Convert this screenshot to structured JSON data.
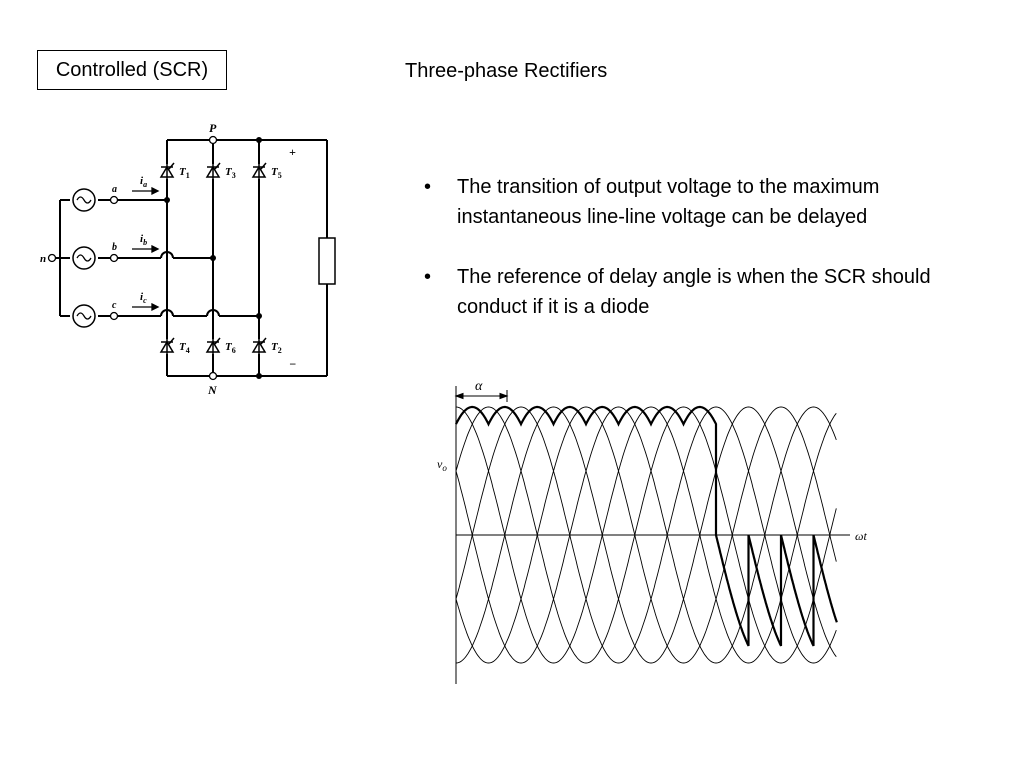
{
  "header": {
    "label": "Controlled (SCR)",
    "title": "Three-phase Rectifiers"
  },
  "bullets": [
    {
      "text": "The transition of output voltage to the maximum instantaneous line-line voltage can be delayed"
    },
    {
      "text": "The reference of delay angle is when the SCR should conduct if it is a diode"
    }
  ],
  "circuit": {
    "node_p": "P",
    "node_n": "N",
    "neutral": "n",
    "phases": [
      "a",
      "b",
      "c"
    ],
    "currents": [
      "i",
      "i",
      "i"
    ],
    "current_subs": [
      "a",
      "b",
      "c"
    ],
    "top_thyristors": [
      "1",
      "3",
      "5"
    ],
    "bottom_thyristors": [
      "4",
      "6",
      "2"
    ],
    "thyristor_prefix": "T",
    "plus": "+",
    "minus": "−"
  },
  "waveform": {
    "alpha_label": "α",
    "vo_label": "v",
    "vo_sub": "o",
    "wt_label": "ωt"
  }
}
